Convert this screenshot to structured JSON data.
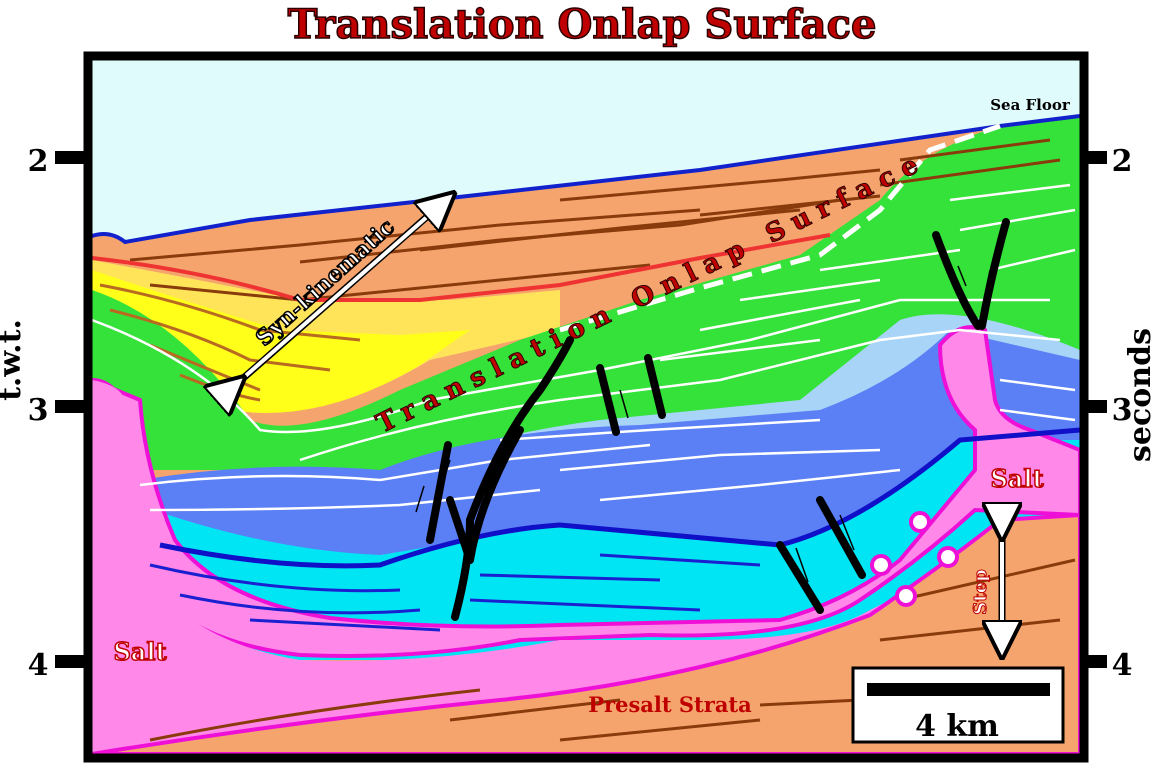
{
  "title": "Translation Onlap Surface",
  "labels": {
    "sea_floor": "Sea Floor",
    "syn_kinematic": "Syn-kinematic",
    "tos": "Translation Onlap Surface",
    "salt_left": "Salt",
    "salt_right": "Salt",
    "step": "Step",
    "presalt": "Presalt Strata",
    "scale": "4 km"
  },
  "axes": {
    "left_label": "t.w.t.",
    "right_label": "seconds",
    "ticks": [
      "2",
      "3",
      "4"
    ]
  },
  "colors": {
    "title_fill": "#c00000",
    "water": "#e0fbfc",
    "presalt_orange": "#f4a46c",
    "green": "#34e23a",
    "yellow": "#ffff1a",
    "blue_mid": "#5b7ff5",
    "cyan": "#00e5f4",
    "salt_pink": "#ff88e8",
    "salt_edge": "#ef10d8",
    "red_line": "#ef3333",
    "brown_line": "#8a3b0c",
    "sea_floor_line": "#1122cc"
  }
}
